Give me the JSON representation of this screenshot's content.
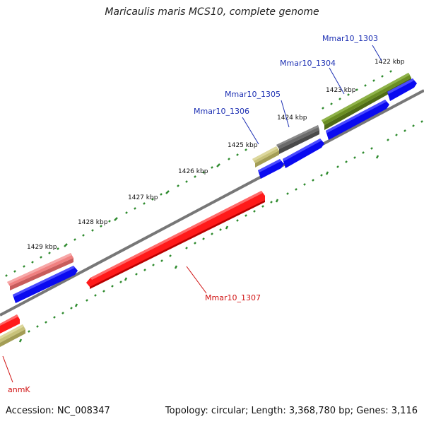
{
  "title": "Maricaulis maris MCS10, complete genome",
  "footer": {
    "accession": "Accession: NC_008347",
    "topology": "Topology: circular; Length: 3,368,780 bp; Genes: 3,116"
  },
  "colors": {
    "backbone": "#777777",
    "tick": "#2e8b2e",
    "label_blue": "#1c2fb3",
    "label_red": "#d01010",
    "cds_blue": "#0a0af0",
    "cds_red": "#ff1a1a",
    "olive": "#6b8e23",
    "khaki": "#c8c27a",
    "gray_block": "#6a6a6a",
    "pink": "#f08080"
  },
  "tick_labels": [
    "1422 kbp",
    "1423 kbp",
    "1424 kbp",
    "1425 kbp",
    "1426 kbp",
    "1427 kbp",
    "1428 kbp",
    "1429 kbp"
  ],
  "genes": [
    {
      "name": "Mmar10_1303",
      "strand": "top"
    },
    {
      "name": "Mmar10_1304",
      "strand": "top"
    },
    {
      "name": "Mmar10_1305",
      "strand": "top"
    },
    {
      "name": "Mmar10_1306",
      "strand": "top"
    },
    {
      "name": "Mmar10_1307",
      "strand": "bottom"
    },
    {
      "name": "anmK",
      "strand": "bottom"
    }
  ]
}
